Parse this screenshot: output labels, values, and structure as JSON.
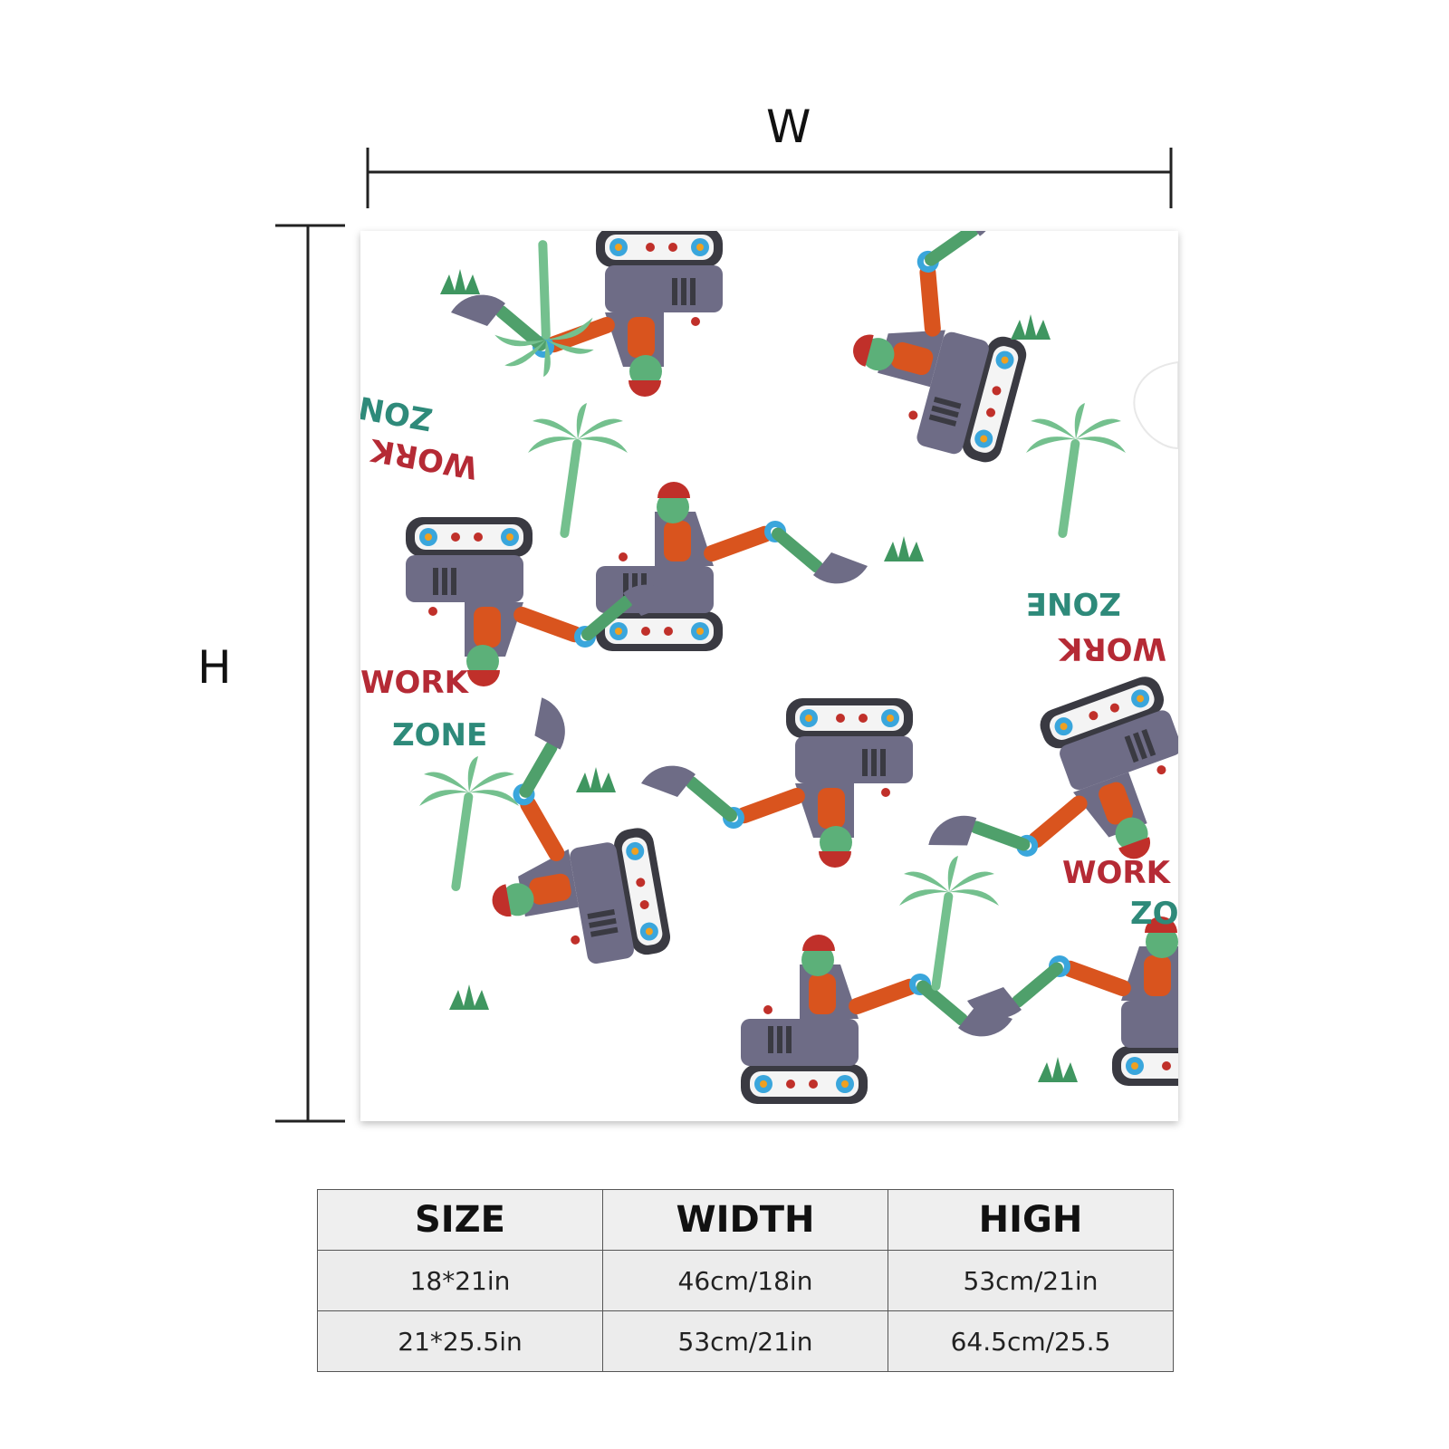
{
  "dimensions": {
    "width_label": "W",
    "height_label": "H"
  },
  "product": {
    "pattern_text": [
      "WORK",
      "ZONE"
    ],
    "colors": {
      "excavator_body": "#6e6c86",
      "arm_orange": "#d9541e",
      "arm_green": "#4fa06b",
      "joint_blue": "#3aa6dc",
      "track_dark": "#3a3a42",
      "helmet_red": "#c0302a",
      "dino_green": "#5cb079",
      "text_red": "#b52a35",
      "text_teal": "#2e8a7a",
      "palm_green": "#74c08e"
    }
  },
  "size_table": {
    "headers": [
      "SIZE",
      "WIDTH",
      "HIGH"
    ],
    "rows": [
      [
        "18*21in",
        "46cm/18in",
        "53cm/21in"
      ],
      [
        "21*25.5in",
        "53cm/21in",
        "64.5cm/25.5"
      ]
    ]
  }
}
